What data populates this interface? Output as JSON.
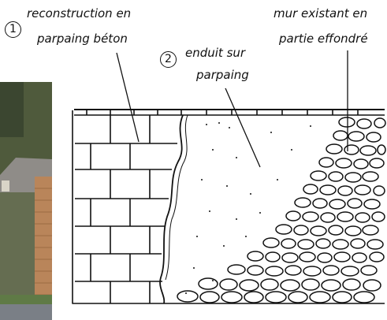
{
  "callouts": [
    {
      "number": "1",
      "line1": "reconstruction en",
      "line2": "parpaing béton"
    },
    {
      "number": "2",
      "line1": "enduit sur",
      "line2": "parpaing"
    },
    {
      "number": "",
      "line1": "mur existant en",
      "line2": "partie effondré"
    }
  ],
  "colors": {
    "ink": "#111111",
    "paper": "#ffffff",
    "sky": "#cfd7df",
    "grass": "#5f7a46",
    "fence": "#b9855a"
  }
}
